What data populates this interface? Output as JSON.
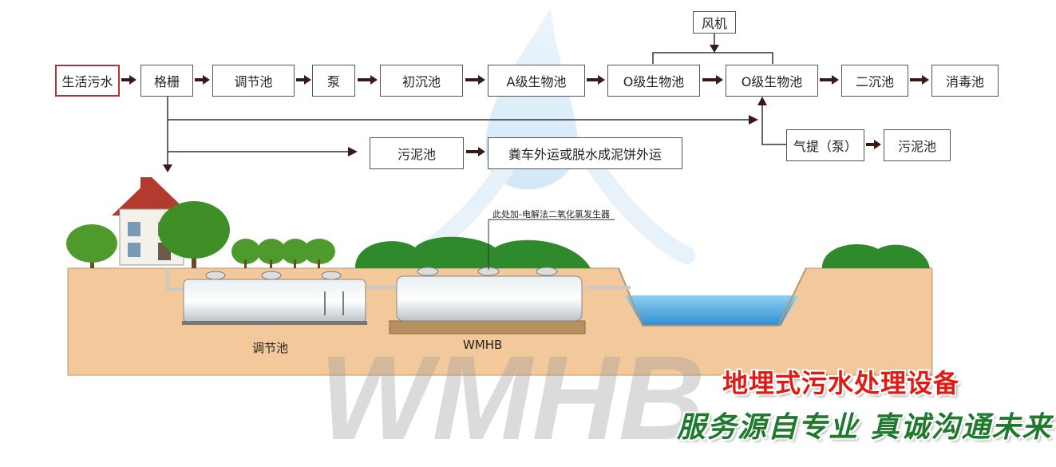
{
  "flow": {
    "start": "生活污水",
    "grid": "格栅",
    "regulating_tank": "调节池",
    "pump": "泵",
    "primary_settling": "初沉池",
    "a_tank": "A级生物池",
    "o_tank_1": "O级生物池",
    "o_tank_2": "O级生物池",
    "secondary_settling": "二沉池",
    "disinfection": "消毒池",
    "blower": "风机",
    "sludge_tank": "污泥池",
    "sludge_disposal": "粪车外运或脱水成泥饼外运",
    "airlift": "气提（泵）",
    "sludge_tank_2": "污泥池"
  },
  "scene": {
    "annotation": "此处加-电解法二氧化氯发生器",
    "tank_label_left": "调节池",
    "tank_label_right": "WMHB",
    "watermark": "WMHB"
  },
  "banner": {
    "title": "地埋式污水处理设备",
    "slogan": "服务源自专业 真诚沟通未来"
  },
  "colors": {
    "soil": "#f3c99c",
    "water": "#5bb6e6",
    "title_red": "#e11b14",
    "slogan_green": "#1f7a2e",
    "start_border": "#b0353a"
  }
}
